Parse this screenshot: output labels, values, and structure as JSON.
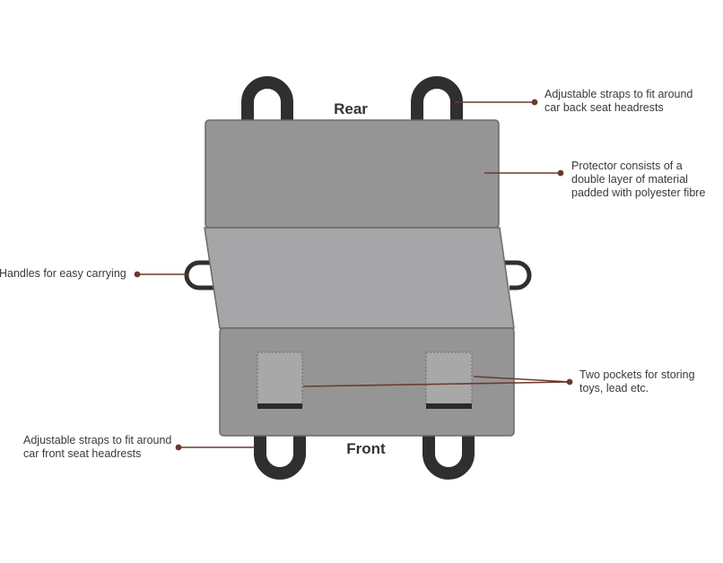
{
  "labels": {
    "rear": "Rear",
    "front": "Front"
  },
  "callouts": {
    "rear_straps": [
      "Adjustable straps to fit around",
      "car back seat headrests"
    ],
    "protector": [
      "Protector consists of a",
      "double layer of material",
      "padded with polyester fibre"
    ],
    "handles": [
      "Handles for easy carrying"
    ],
    "pockets": [
      "Two pockets for storing",
      "toys, lead etc."
    ],
    "front_straps": [
      "Adjustable straps to fit around",
      "car front seat headrests"
    ]
  },
  "colors": {
    "panel_dark": "#959595",
    "panel_light": "#a6a6a8",
    "outline": "#6a6a6a",
    "strap": "#2f2f2f",
    "leader": "#6b3a2e",
    "pocket": "#a8a8a8",
    "pocket_band": "#2a2a2a"
  }
}
